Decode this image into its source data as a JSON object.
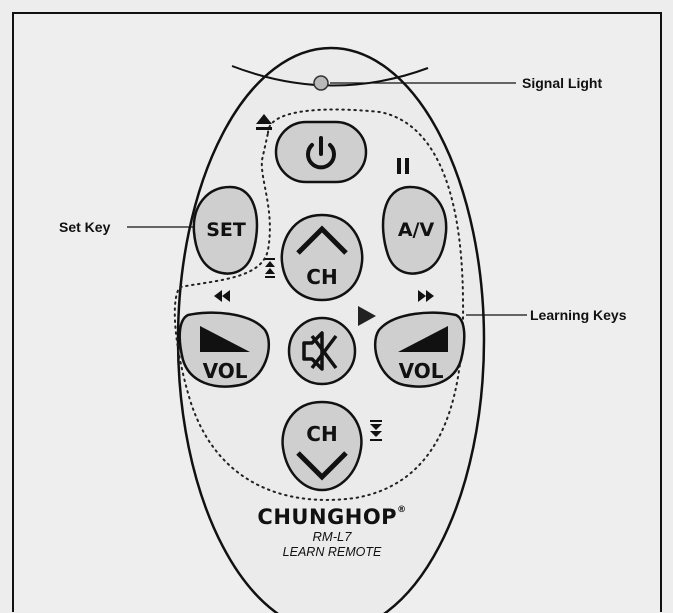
{
  "callouts": {
    "signal_light": "Signal Light",
    "set_key": "Set Key",
    "learning_keys": "Learning Keys"
  },
  "buttons": {
    "set": "SET",
    "av": "A/V",
    "ch_up": "CH",
    "ch_down": "CH",
    "vol_down": "VOL",
    "vol_up": "VOL"
  },
  "branding": {
    "brand": "CHUNGHOP",
    "registered": "®",
    "model": "RM-L7",
    "subtitle": "LEARN REMOTE"
  },
  "icons": [
    "power-icon",
    "eject-icon",
    "pause-icon",
    "rewind-icon",
    "fast-forward-icon",
    "play-icon",
    "mute-icon",
    "skip-prev-icon",
    "skip-next-icon"
  ],
  "colors": {
    "button_fill": "#cfcfcf",
    "remote_fill": "#ebebeb",
    "outline": "#111111"
  }
}
